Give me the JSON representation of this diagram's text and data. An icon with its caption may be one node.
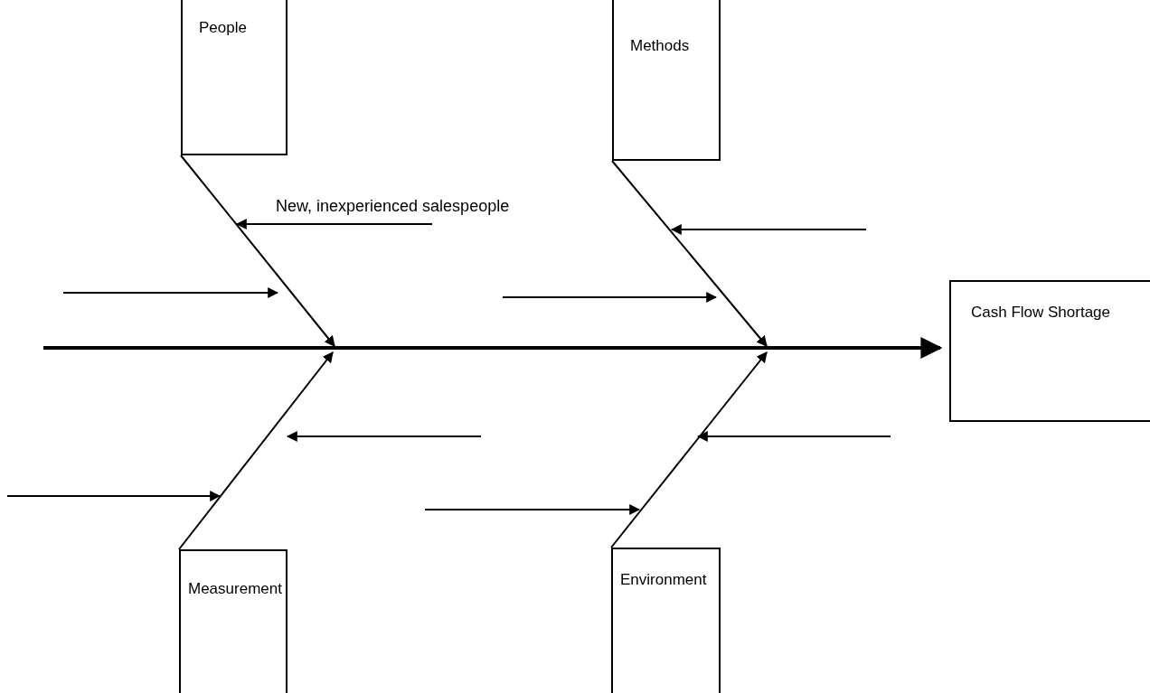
{
  "diagram": {
    "nodes": [
      {
        "text": [
          "People"
        ]
      },
      {
        "text": [
          "Methods"
        ]
      },
      {
        "text": [
          "Cash Flow Shortage"
        ]
      },
      {
        "text": [
          "Measurement"
        ]
      },
      {
        "text": [
          "Environment"
        ]
      }
    ],
    "edges": [
      {
        "from": null,
        "to": 2,
        "arrow": "to",
        "style": "thick"
      },
      {
        "from": 0,
        "to": null,
        "arrow": "to"
      },
      {
        "from": 1,
        "to": null,
        "arrow": "to"
      },
      {
        "from": 3,
        "to": null,
        "arrow": "to"
      },
      {
        "from": 4,
        "to": null,
        "arrow": "to"
      }
    ],
    "labels": [
      "New, inexperienced salespeople"
    ]
  }
}
